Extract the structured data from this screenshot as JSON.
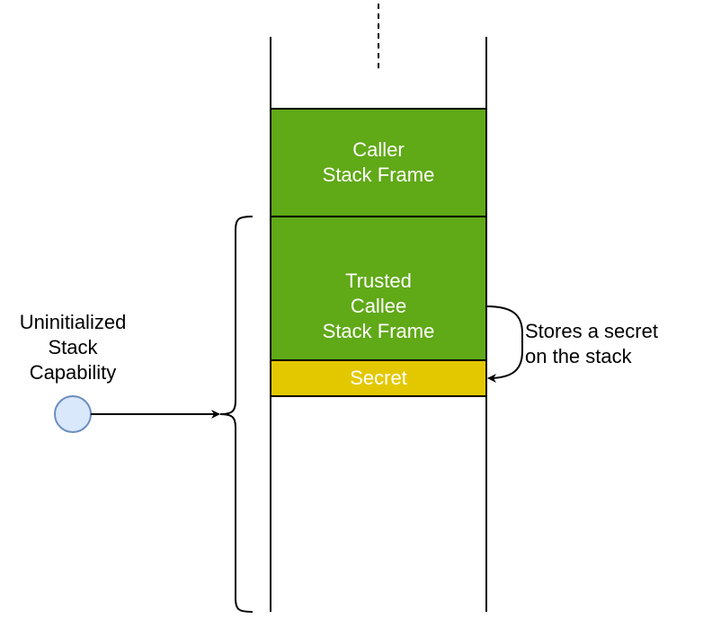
{
  "diagram": {
    "caller_frame": {
      "lines": [
        "Caller",
        "Stack Frame"
      ],
      "fill": "#60a917"
    },
    "callee_frame": {
      "lines": [
        "Trusted",
        "Callee",
        "Stack Frame"
      ],
      "fill": "#60a917"
    },
    "secret": {
      "label": "Secret",
      "fill": "#e3c800"
    },
    "capability": {
      "lines": [
        "Uninitialized",
        "Stack",
        "Capability"
      ],
      "fill": "#dae8fc",
      "stroke": "#6c8ebf"
    },
    "annotation": {
      "lines": [
        "Stores a secret",
        "on the stack"
      ]
    },
    "colors": {
      "line": "#000000",
      "text_light": "#ffffff",
      "text_dark": "#000000"
    }
  }
}
